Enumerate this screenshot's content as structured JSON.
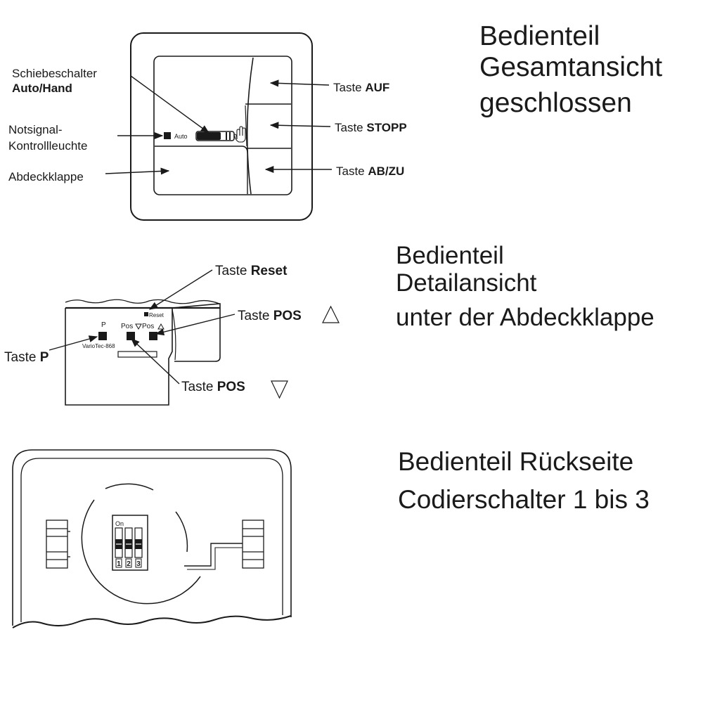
{
  "section1": {
    "title_line1": "Bedienteil",
    "title_line2": "Gesamtansicht",
    "title_line3": "geschlossen",
    "callouts": {
      "slider_line1": "Schiebeschalter",
      "slider_line2": "Auto/Hand",
      "signal_line1": "Notsignal-",
      "signal_line2": "Kontrollleuchte",
      "flap": "Abdeckklappe",
      "taste_prefix": "Taste ",
      "auf": "AUF",
      "stopp": "STOPP",
      "abzu": "AB/ZU"
    },
    "device": {
      "auto_label": "Auto"
    }
  },
  "section2": {
    "title_line1": "Bedienteil",
    "title_line2": "Detailansicht",
    "title_line3": "unter der Abdeckklappe",
    "callouts": {
      "taste_prefix": "Taste ",
      "reset": "Reset",
      "pos": "POS",
      "p": "P"
    },
    "device": {
      "reset_label": "Reset",
      "p_label": "P",
      "pos_down_label": "Pos",
      "pos_up_label": "Pos",
      "model": "VarioTec-868"
    }
  },
  "section3": {
    "title_line1": "Bedienteil Rückseite",
    "title_line2": "Codierschalter 1 bis 3",
    "dip": {
      "on_label": "On",
      "switches": [
        {
          "number": "1",
          "state": "off"
        },
        {
          "number": "2",
          "state": "off"
        },
        {
          "number": "3",
          "state": "off"
        }
      ]
    }
  },
  "icons": [
    "hand-icon",
    "triangle-up-icon",
    "triangle-down-icon",
    "arrow-icon"
  ]
}
